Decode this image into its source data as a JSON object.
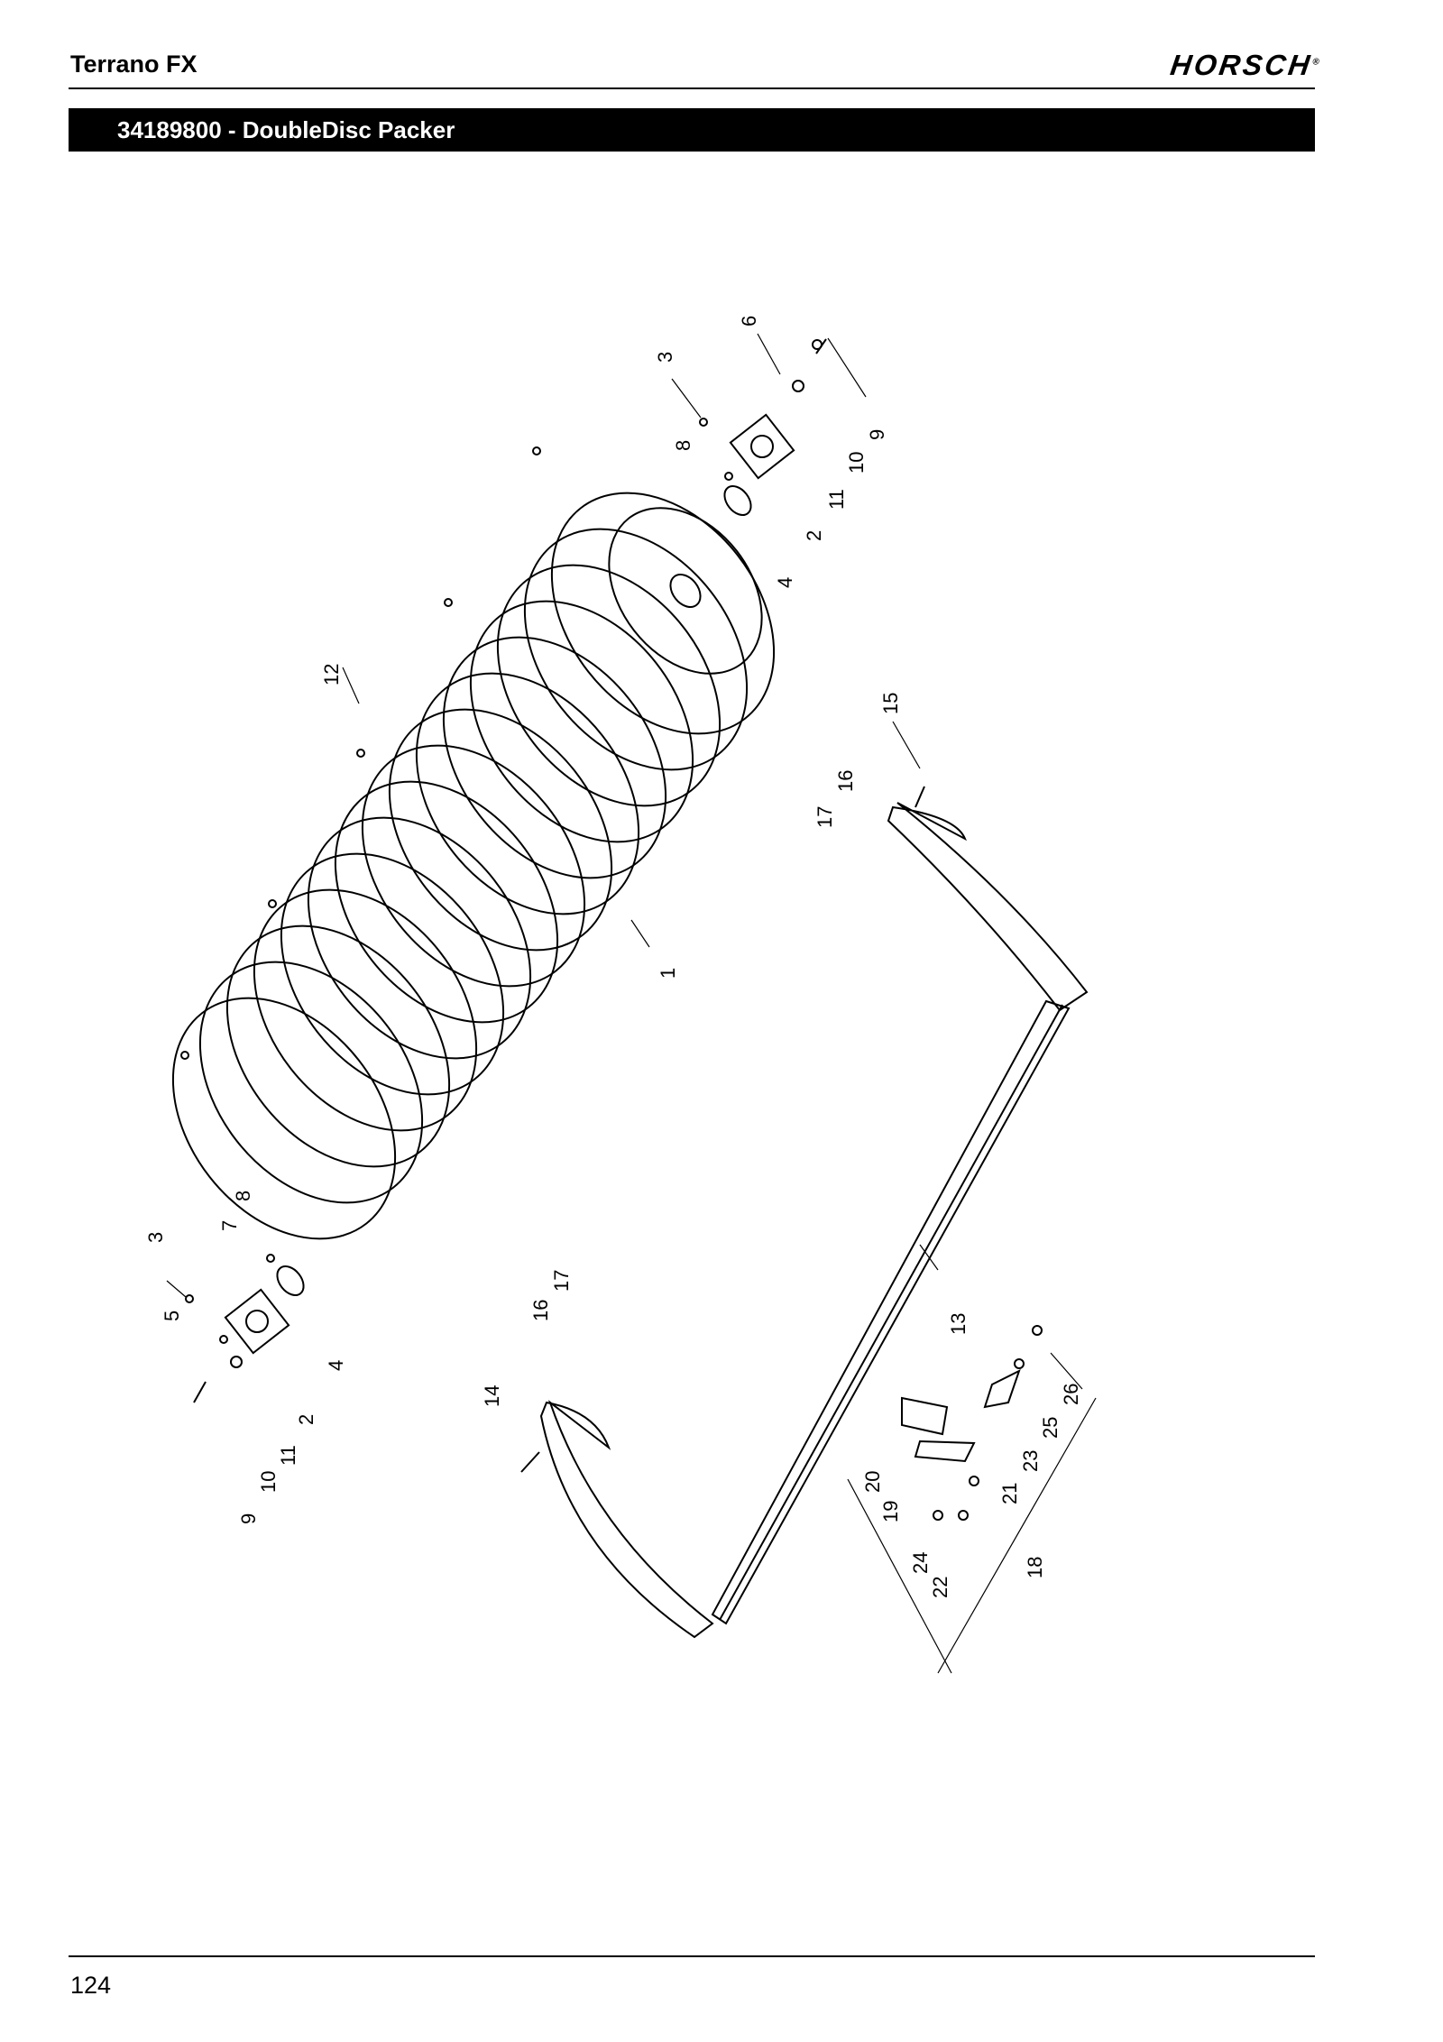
{
  "header": {
    "title": "Terrano FX",
    "brand": "HORSCH",
    "brand_mark": "®"
  },
  "section": {
    "title": "34189800  -  DoubleDisc Packer"
  },
  "footer": {
    "page_number": "124"
  },
  "callouts": [
    "1",
    "2",
    "3",
    "4",
    "5",
    "6",
    "7",
    "8",
    "9",
    "10",
    "11",
    "12",
    "13",
    "14",
    "15",
    "16",
    "17",
    "18",
    "19",
    "20",
    "21",
    "22",
    "23",
    "24",
    "25",
    "26"
  ]
}
